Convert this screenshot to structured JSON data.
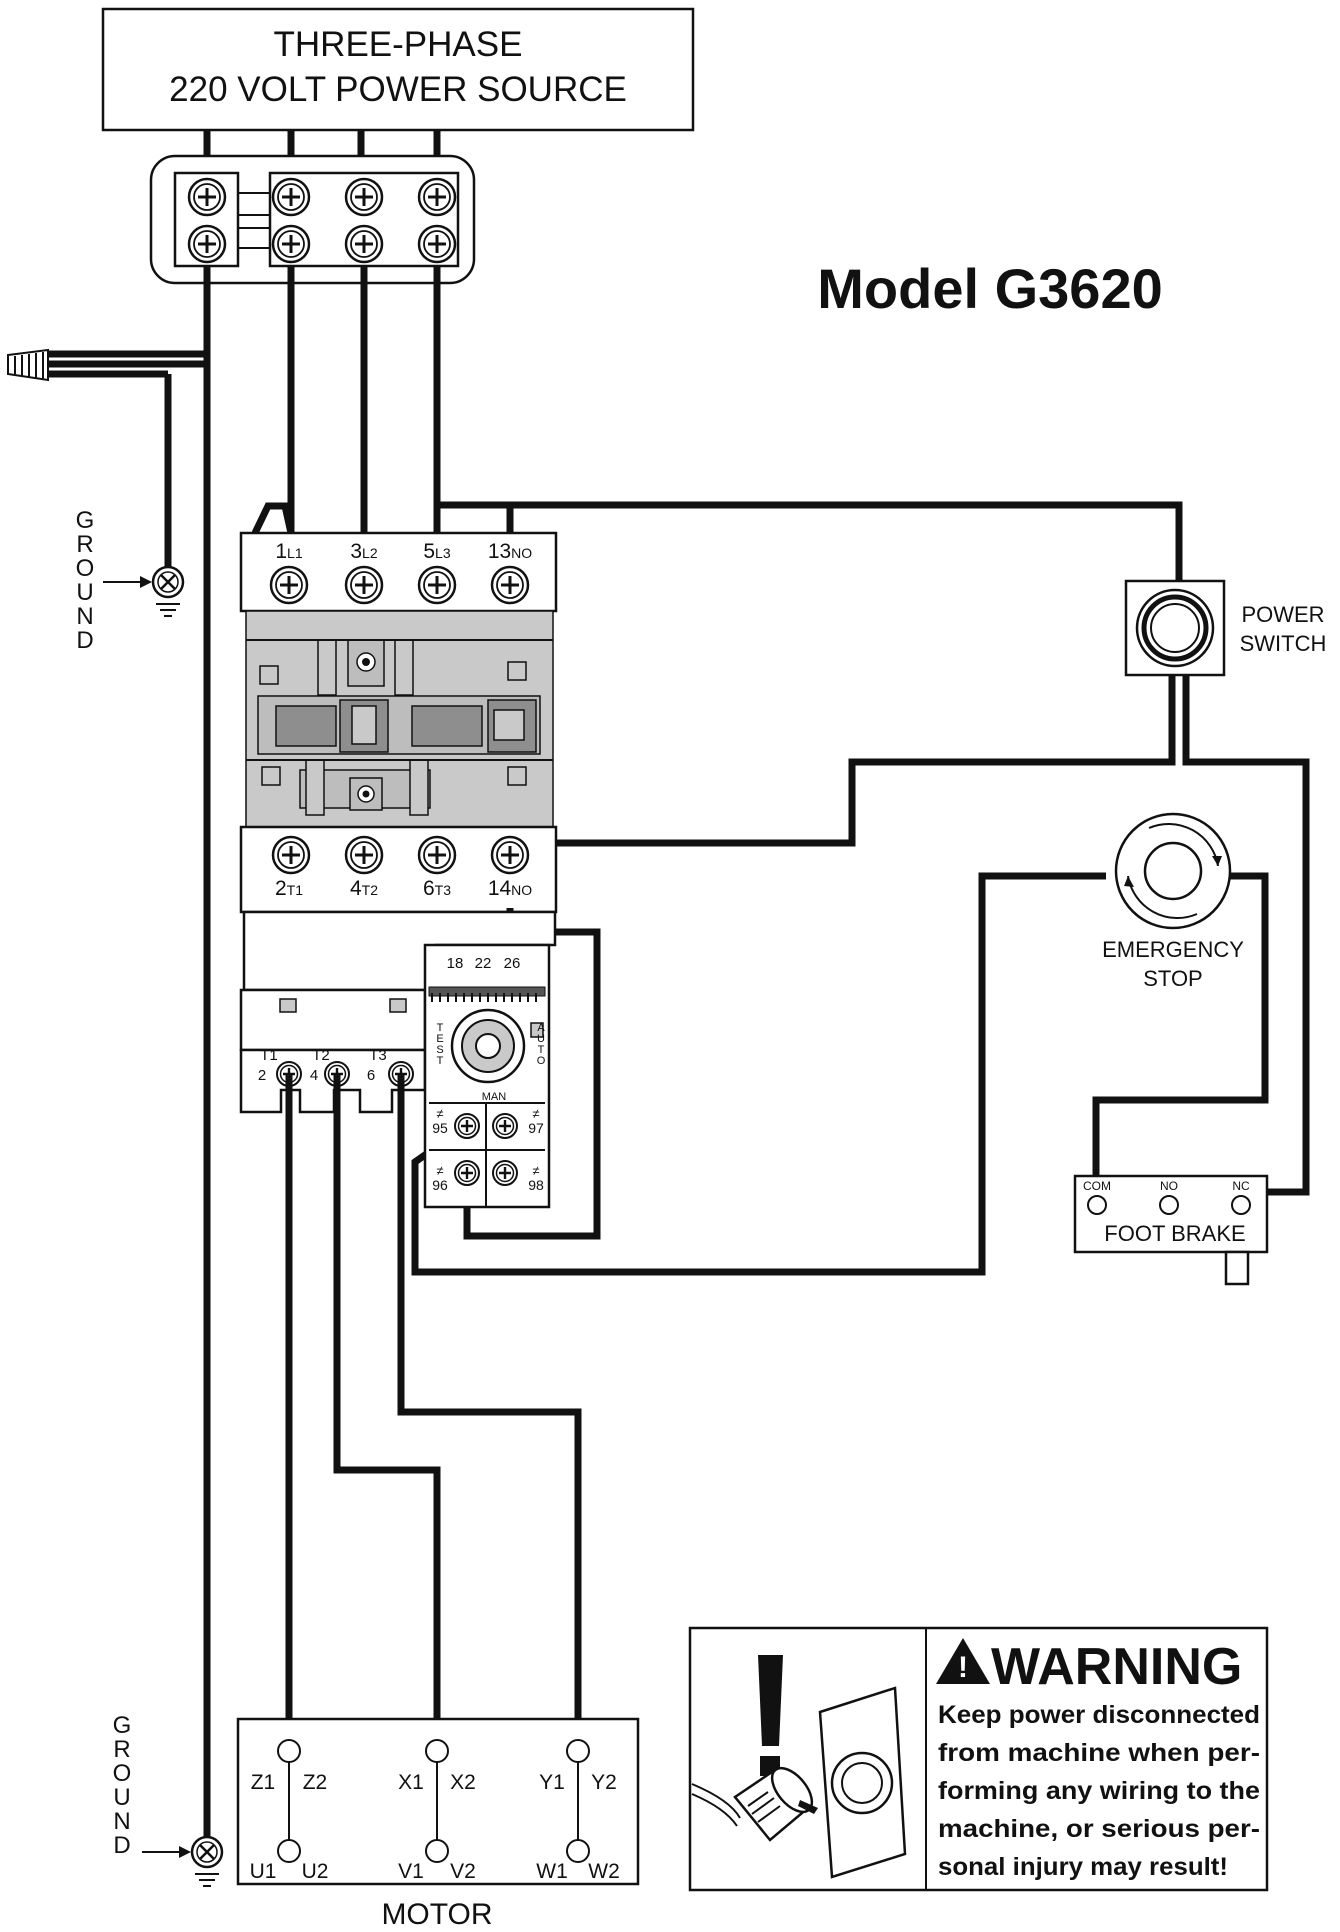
{
  "power_source": {
    "line1": "THREE-PHASE",
    "line2": "220 VOLT POWER SOURCE"
  },
  "model_title": "Model G3620",
  "ground_label": "GROUND",
  "contactor": {
    "top_terminals": [
      {
        "num": "1",
        "sub": "L1"
      },
      {
        "num": "3",
        "sub": "L2"
      },
      {
        "num": "5",
        "sub": "L3"
      },
      {
        "num": "13",
        "sub": "NO"
      }
    ],
    "bottom_terminals": [
      {
        "num": "2",
        "sub": "T1"
      },
      {
        "num": "4",
        "sub": "T2"
      },
      {
        "num": "6",
        "sub": "T3"
      },
      {
        "num": "14",
        "sub": "NO"
      }
    ]
  },
  "overload_relay": {
    "scale": [
      "18",
      "22",
      "26"
    ],
    "test_label": "TEST",
    "auto_label": "AUTO",
    "man_label": "MAN",
    "aux_terminals": [
      "95",
      "97",
      "96",
      "98"
    ],
    "outputs": [
      {
        "top": "T1",
        "bottom": "2"
      },
      {
        "top": "T2",
        "bottom": "4"
      },
      {
        "top": "T3",
        "bottom": "6"
      }
    ]
  },
  "power_switch": {
    "line1": "POWER",
    "line2": "SWITCH"
  },
  "emergency_stop": {
    "line1": "EMERGENCY",
    "line2": "STOP"
  },
  "foot_brake": {
    "title": "FOOT BRAKE",
    "terminals": [
      "COM",
      "NO",
      "NC"
    ]
  },
  "motor": {
    "title": "MOTOR",
    "top_terminals": [
      [
        "Z1",
        "Z2"
      ],
      [
        "X1",
        "X2"
      ],
      [
        "Y1",
        "Y2"
      ]
    ],
    "bottom_terminals": [
      [
        "U1",
        "U2"
      ],
      [
        "V1",
        "V2"
      ],
      [
        "W1",
        "W2"
      ]
    ]
  },
  "warning": {
    "title": "WARNING",
    "lines": [
      "Keep power disconnected",
      "from machine when per-",
      "forming any wiring to the",
      "machine, or serious per-",
      "sonal injury may result!"
    ]
  }
}
